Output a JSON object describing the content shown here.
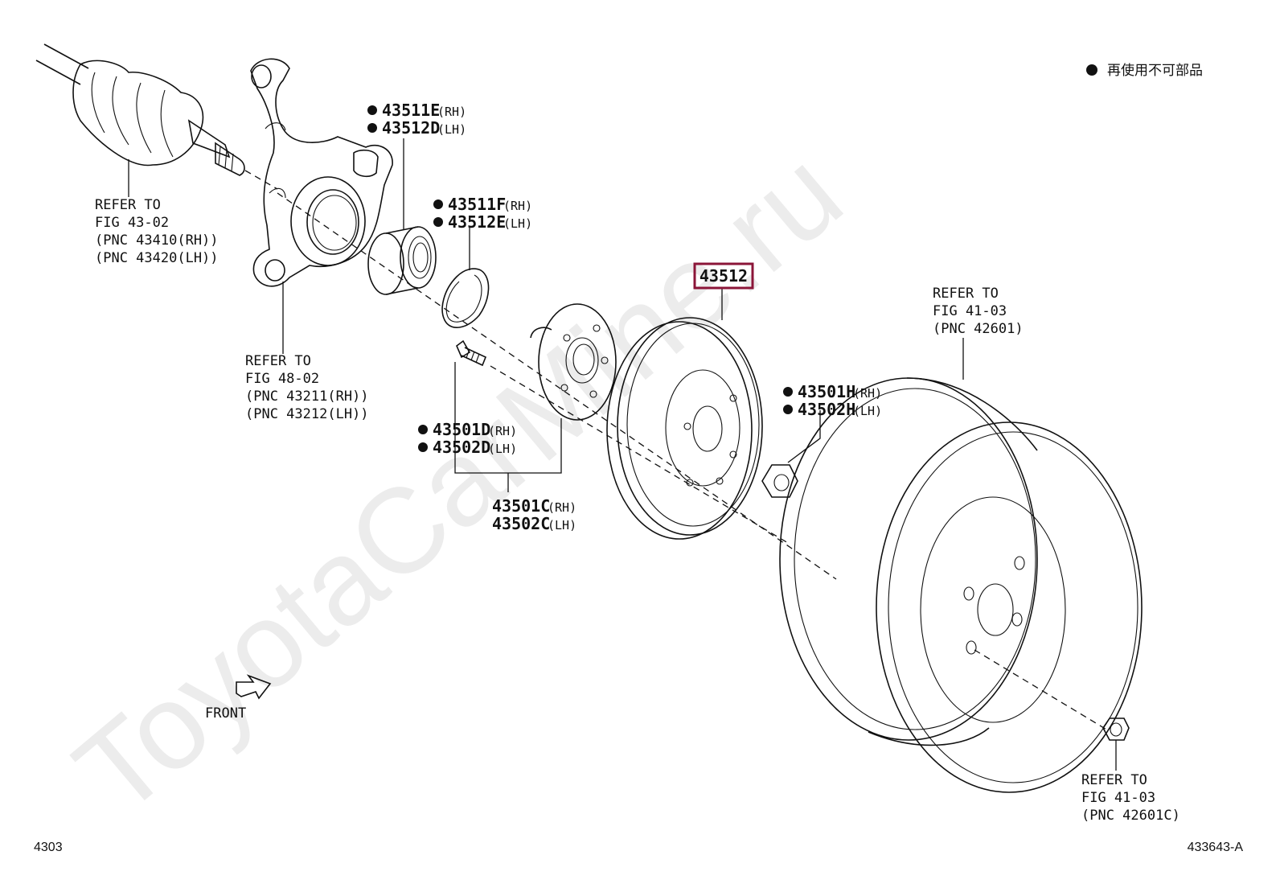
{
  "watermark": "ToyotaCarMine.ru",
  "legend": {
    "bullet_text": "再使用不可部品"
  },
  "refers": {
    "driveshaft": [
      "REFER TO",
      "FIG 43-02",
      "(PNC 43410(RH))",
      "(PNC 43420(LH))"
    ],
    "knuckle": [
      "REFER TO",
      "FIG 48-02",
      "(PNC 43211(RH))",
      "(PNC 43212(LH))"
    ],
    "wheel": [
      "REFER TO",
      "FIG 41-03",
      "(PNC 42601)"
    ],
    "wheel_nut": [
      "REFER TO",
      "FIG 41-03",
      "(PNC 42601C)"
    ]
  },
  "parts": {
    "bearing": [
      {
        "pn": "43511E",
        "side": "(RH)"
      },
      {
        "pn": "43512D",
        "side": "(LH)"
      }
    ],
    "snap_ring": [
      {
        "pn": "43511F",
        "side": "(RH)"
      },
      {
        "pn": "43512E",
        "side": "(LH)"
      }
    ],
    "hub_bolt": [
      {
        "pn": "43501D",
        "side": "(RH)"
      },
      {
        "pn": "43502D",
        "side": "(LH)"
      }
    ],
    "hub": [
      {
        "pn": "43501C",
        "side": "(RH)"
      },
      {
        "pn": "43502C",
        "side": "(LH)"
      }
    ],
    "hub_nut": [
      {
        "pn": "43501H",
        "side": "(RH)"
      },
      {
        "pn": "43502H",
        "side": "(LH)"
      }
    ]
  },
  "highlight_part": "43512",
  "highlight_color": "#8b1538",
  "front_label": "FRONT",
  "page_number": "4303",
  "figure_id": "433643-A"
}
